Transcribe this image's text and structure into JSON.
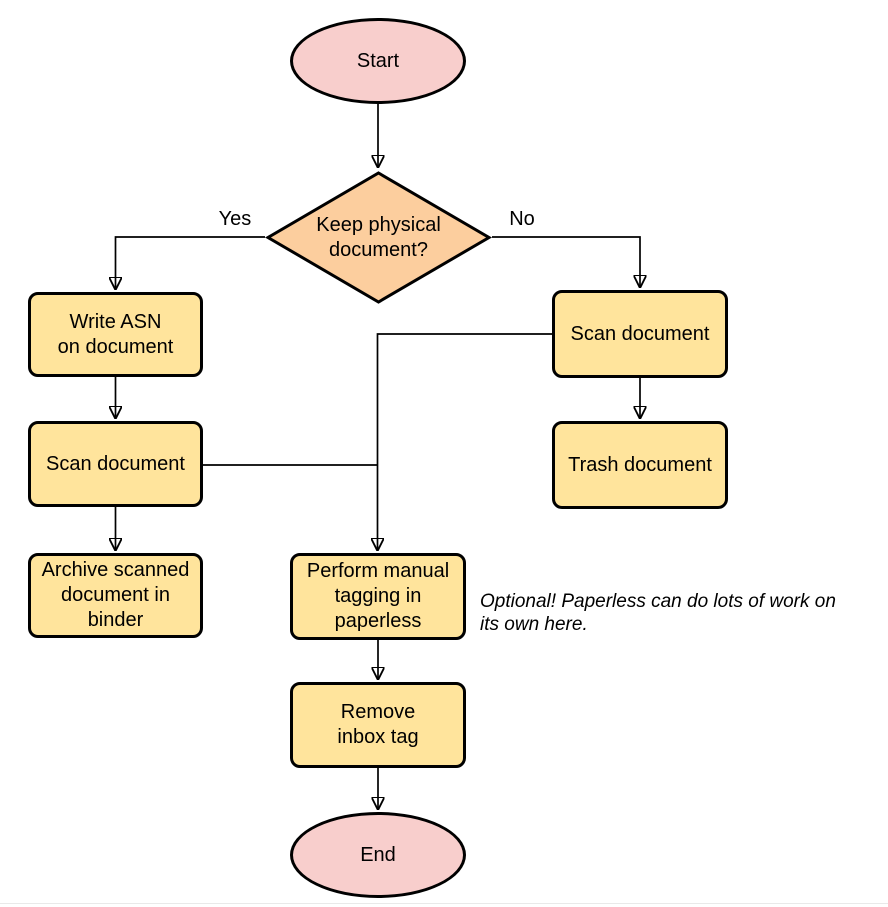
{
  "diagram": {
    "nodes": {
      "start": {
        "label": "Start",
        "type": "terminator"
      },
      "decision": {
        "label": "Keep physical\ndocument?",
        "type": "decision"
      },
      "write_asn": {
        "label": "Write ASN\non document",
        "type": "process"
      },
      "scan_left": {
        "label": "Scan document",
        "type": "process"
      },
      "archive": {
        "label": "Archive scanned\ndocument in\nbinder",
        "type": "process"
      },
      "scan_right": {
        "label": "Scan document",
        "type": "process"
      },
      "trash": {
        "label": "Trash document",
        "type": "process"
      },
      "tagging": {
        "label": "Perform manual\ntagging in\npaperless",
        "type": "process"
      },
      "remove_inbox": {
        "label": "Remove\ninbox tag",
        "type": "process"
      },
      "end": {
        "label": "End",
        "type": "terminator"
      }
    },
    "edge_labels": {
      "yes": "Yes",
      "no": "No"
    },
    "annotation": "Optional! Paperless can do lots of work on\nits own here.",
    "colors": {
      "terminator_fill": "#f8cecc",
      "decision_fill": "#fcce9e",
      "process_fill": "#ffe49c",
      "stroke": "#000000"
    }
  }
}
